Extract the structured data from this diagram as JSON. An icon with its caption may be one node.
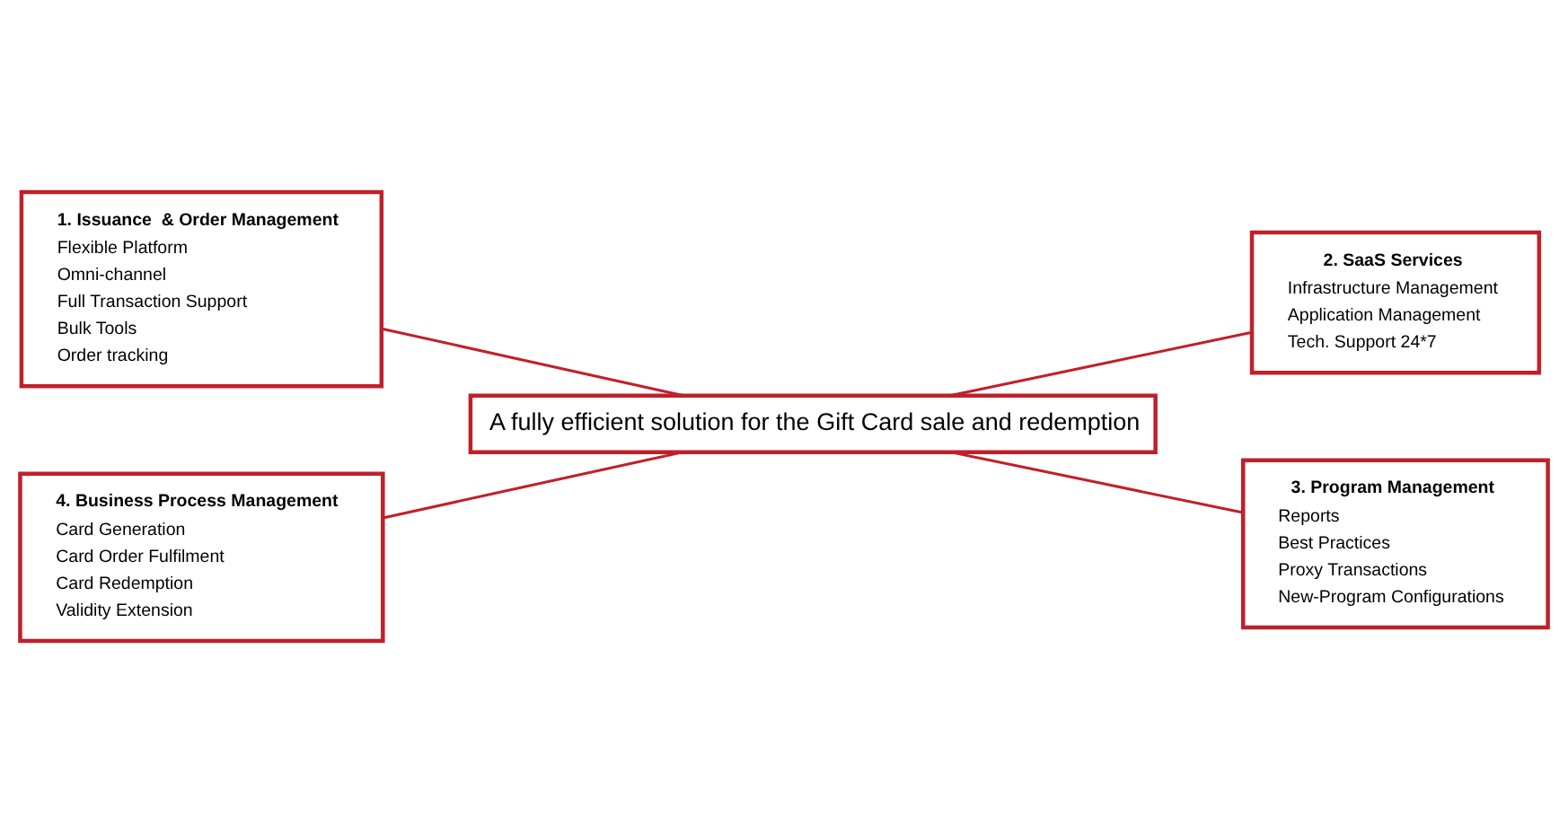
{
  "diagram": {
    "nodes": [
      {
        "text": [
          "1. Issuance  & Order Management",
          "Flexible Platform",
          "Omni-channel",
          "Full Transaction Support",
          "Bulk Tools",
          "Order tracking"
        ]
      },
      {
        "text": [
          "2. SaaS Services",
          "Infrastructure Management",
          "Application Management",
          "Tech. Support 24*7"
        ]
      },
      {
        "text": [
          "A fully efficient solution for the Gift Card sale and redemption"
        ]
      },
      {
        "text": [
          "4. Business Process Management",
          "Card Generation",
          "Card Order Fulfilment",
          "Card Redemption",
          "Validity Extension"
        ]
      },
      {
        "text": [
          "3. Program Management",
          "Reports",
          "Best Practices",
          "Proxy Transactions",
          "New-Program Configurations"
        ]
      }
    ],
    "edges": [
      {
        "from": 0,
        "to": 2,
        "arrow": "none"
      },
      {
        "from": 2,
        "to": 1,
        "arrow": "none"
      },
      {
        "from": 3,
        "to": 2,
        "arrow": "none"
      },
      {
        "from": 2,
        "to": 4,
        "arrow": "none"
      }
    ]
  }
}
